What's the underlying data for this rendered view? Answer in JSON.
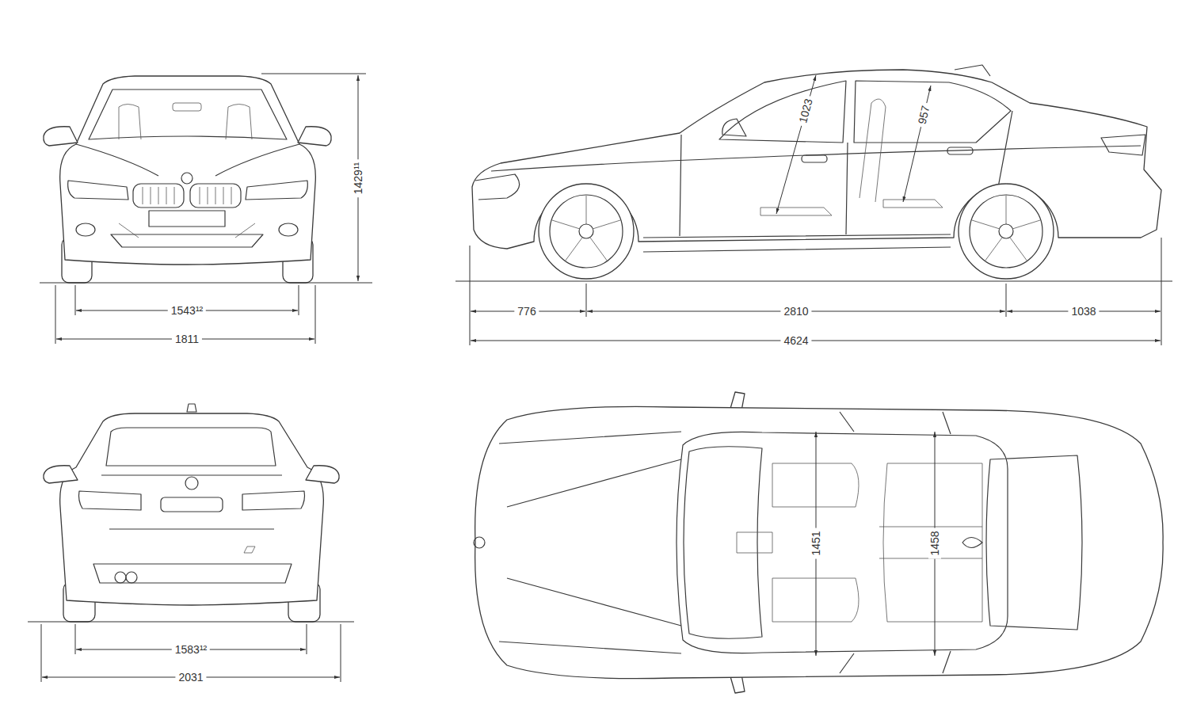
{
  "diagram": {
    "labels": [
      "1429¹¹",
      "1543¹²",
      "1811",
      "776",
      "2810",
      "1038",
      "4624",
      "1023",
      "957",
      "1583¹²",
      "2031",
      "1451",
      "1458"
    ]
  }
}
